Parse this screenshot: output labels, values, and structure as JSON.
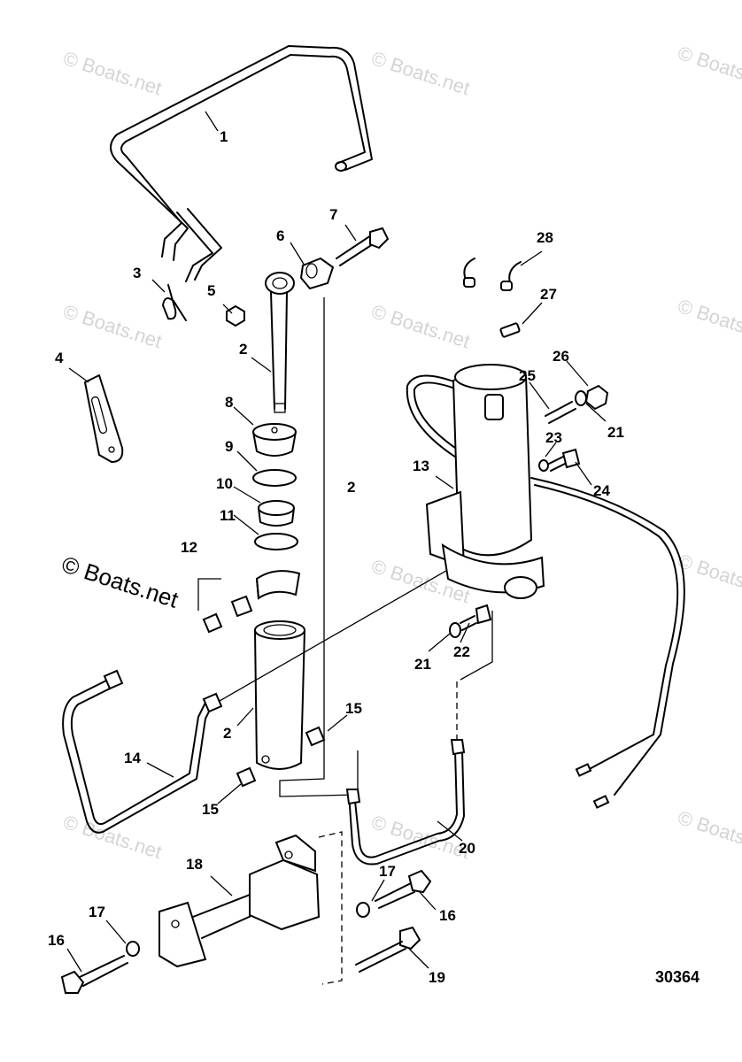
{
  "watermarks": {
    "faint": "© Boats.net",
    "strong": "© Boats.net"
  },
  "figure_number": "30364",
  "callouts": {
    "c1": "1",
    "c2a": "2",
    "c2b": "2",
    "c2c": "2",
    "c3": "3",
    "c4": "4",
    "c5": "5",
    "c6": "6",
    "c7": "7",
    "c8": "8",
    "c9": "9",
    "c10": "10",
    "c11": "11",
    "c12": "12",
    "c13": "13",
    "c14": "14",
    "c15a": "15",
    "c15b": "15",
    "c16a": "16",
    "c16b": "16",
    "c17a": "17",
    "c17b": "17",
    "c18": "18",
    "c19": "19",
    "c20": "20",
    "c21a": "21",
    "c21b": "21",
    "c22": "22",
    "c23": "23",
    "c24": "24",
    "c25": "25",
    "c26": "26",
    "c27": "27",
    "c28": "28"
  }
}
